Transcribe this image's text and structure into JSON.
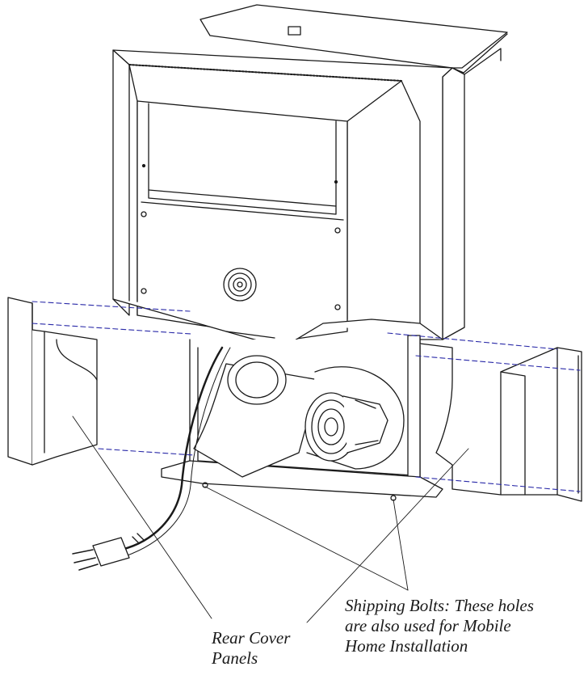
{
  "labels": {
    "rear_cover_panels": [
      "Rear Cover",
      "Panels"
    ],
    "shipping_bolts": [
      "Shipping Bolts: These holes",
      "are also used for Mobile",
      "Home Installation"
    ]
  },
  "colors": {
    "line": "#1a1a1a",
    "dashed_guide": "#2a2aa8",
    "paper": "#ffffff"
  },
  "icons": [
    "power-plug-icon",
    "fan-motor-icon",
    "blower-housing-icon",
    "keyhole-slot-icon"
  ]
}
